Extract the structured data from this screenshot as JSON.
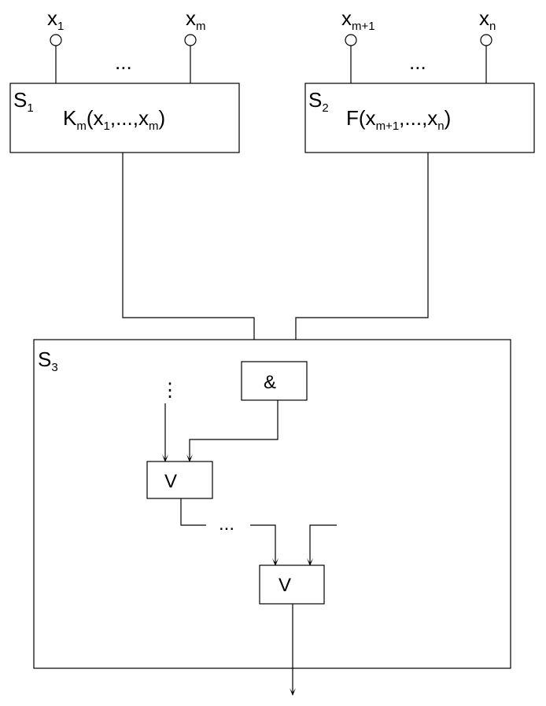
{
  "inputs": {
    "x1": {
      "base": "x",
      "sub": "1"
    },
    "xm": {
      "base": "x",
      "sub": "m"
    },
    "xm1": {
      "base": "x",
      "sub": "m+1"
    },
    "xn": {
      "base": "x",
      "sub": "n"
    },
    "ellipsis": "..."
  },
  "s1": {
    "label": {
      "base": "S",
      "sub": "1"
    },
    "formula": {
      "func": "K",
      "func_sub": "m",
      "open": "(x",
      "sub_a": "1",
      "mid": ",...,x",
      "sub_b": "m",
      "close": ")"
    }
  },
  "s2": {
    "label": {
      "base": "S",
      "sub": "2"
    },
    "formula": {
      "func": "F",
      "open": "(x",
      "sub_a": "m+1",
      "mid": ",...,x",
      "sub_b": "n",
      "close": ")"
    }
  },
  "s3": {
    "label": {
      "base": "S",
      "sub": "3"
    },
    "and_gate": "&",
    "or_gate_1": "V",
    "or_gate_2": "V",
    "vertical_ellipsis": "⋮",
    "chain_ellipsis": "..."
  },
  "colors": {
    "stroke": "#000000",
    "background": "#ffffff"
  }
}
